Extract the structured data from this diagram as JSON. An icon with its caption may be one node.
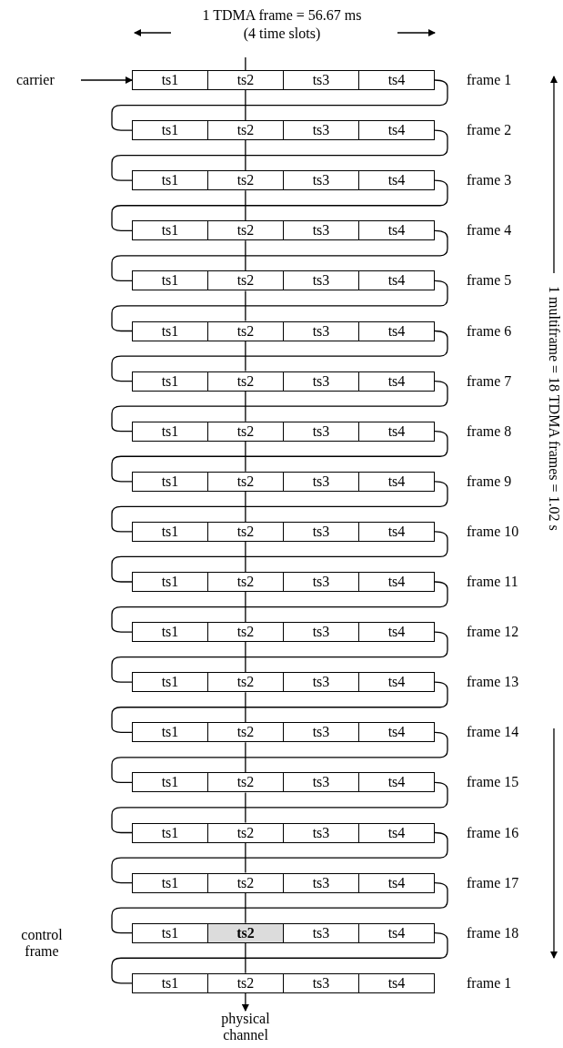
{
  "diagram": {
    "nodes": [
      {
        "text": [
          "carrier"
        ]
      },
      {
        "text": [],
        "shape": "bar",
        "beside": [
          "frame 1"
        ]
      },
      {
        "text": [
          "ts1"
        ],
        "in": 1
      },
      {
        "text": [
          "ts2"
        ],
        "in": 1
      },
      {
        "text": [
          "ts3"
        ],
        "in": 1
      },
      {
        "text": [
          "ts4"
        ],
        "in": 1
      },
      {
        "text": [],
        "shape": "bar",
        "beside": [
          "frame 2"
        ]
      },
      {
        "text": [
          "ts1"
        ],
        "in": 6
      },
      {
        "text": [
          "ts2"
        ],
        "in": 6
      },
      {
        "text": [
          "ts3"
        ],
        "in": 6
      },
      {
        "text": [
          "ts4"
        ],
        "in": 6
      },
      {
        "text": [],
        "shape": "bar",
        "beside": [
          "frame 3"
        ]
      },
      {
        "text": [
          "ts1"
        ],
        "in": 11
      },
      {
        "text": [
          "ts2"
        ],
        "in": 11
      },
      {
        "text": [
          "ts3"
        ],
        "in": 11
      },
      {
        "text": [
          "ts4"
        ],
        "in": 11
      },
      {
        "text": [],
        "shape": "bar",
        "beside": [
          "frame 4"
        ]
      },
      {
        "text": [
          "ts1"
        ],
        "in": 16
      },
      {
        "text": [
          "ts2"
        ],
        "in": 16
      },
      {
        "text": [
          "ts3"
        ],
        "in": 16
      },
      {
        "text": [
          "ts4"
        ],
        "in": 16
      },
      {
        "text": [],
        "shape": "bar",
        "beside": [
          "frame 5"
        ]
      },
      {
        "text": [
          "ts1"
        ],
        "in": 21
      },
      {
        "text": [
          "ts2"
        ],
        "in": 21
      },
      {
        "text": [
          "ts3"
        ],
        "in": 21
      },
      {
        "text": [
          "ts4"
        ],
        "in": 21
      },
      {
        "text": [],
        "shape": "bar",
        "beside": [
          "frame 6"
        ]
      },
      {
        "text": [
          "ts1"
        ],
        "in": 26
      },
      {
        "text": [
          "ts2"
        ],
        "in": 26
      },
      {
        "text": [
          "ts3"
        ],
        "in": 26
      },
      {
        "text": [
          "ts4"
        ],
        "in": 26
      },
      {
        "text": [],
        "shape": "bar",
        "beside": [
          "frame 7"
        ]
      },
      {
        "text": [
          "ts1"
        ],
        "in": 31
      },
      {
        "text": [
          "ts2"
        ],
        "in": 31
      },
      {
        "text": [
          "ts3"
        ],
        "in": 31
      },
      {
        "text": [
          "ts4"
        ],
        "in": 31
      },
      {
        "text": [],
        "shape": "bar",
        "beside": [
          "frame 8"
        ]
      },
      {
        "text": [
          "ts1"
        ],
        "in": 36
      },
      {
        "text": [
          "ts2"
        ],
        "in": 36
      },
      {
        "text": [
          "ts3"
        ],
        "in": 36
      },
      {
        "text": [
          "ts4"
        ],
        "in": 36
      },
      {
        "text": [],
        "shape": "bar",
        "beside": [
          "frame 9"
        ]
      },
      {
        "text": [
          "ts1"
        ],
        "in": 41
      },
      {
        "text": [
          "ts2"
        ],
        "in": 41
      },
      {
        "text": [
          "ts3"
        ],
        "in": 41
      },
      {
        "text": [
          "ts4"
        ],
        "in": 41
      },
      {
        "text": [],
        "shape": "bar",
        "beside": [
          "frame 10"
        ]
      },
      {
        "text": [
          "ts1"
        ],
        "in": 46
      },
      {
        "text": [
          "ts2"
        ],
        "in": 46
      },
      {
        "text": [
          "ts3"
        ],
        "in": 46
      },
      {
        "text": [
          "ts4"
        ],
        "in": 46
      },
      {
        "text": [],
        "shape": "bar",
        "beside": [
          "frame 11"
        ]
      },
      {
        "text": [
          "ts1"
        ],
        "in": 51
      },
      {
        "text": [
          "ts2"
        ],
        "in": 51
      },
      {
        "text": [
          "ts3"
        ],
        "in": 51
      },
      {
        "text": [
          "ts4"
        ],
        "in": 51
      },
      {
        "text": [],
        "shape": "bar",
        "beside": [
          "frame 12"
        ]
      },
      {
        "text": [
          "ts1"
        ],
        "in": 56
      },
      {
        "text": [
          "ts2"
        ],
        "in": 56
      },
      {
        "text": [
          "ts3"
        ],
        "in": 56
      },
      {
        "text": [
          "ts4"
        ],
        "in": 56
      },
      {
        "text": [],
        "shape": "bar",
        "beside": [
          "frame 13"
        ]
      },
      {
        "text": [
          "ts1"
        ],
        "in": 61
      },
      {
        "text": [
          "ts2"
        ],
        "in": 61
      },
      {
        "text": [
          "ts3"
        ],
        "in": 61
      },
      {
        "text": [
          "ts4"
        ],
        "in": 61
      },
      {
        "text": [],
        "shape": "bar",
        "beside": [
          "frame 14"
        ]
      },
      {
        "text": [
          "ts1"
        ],
        "in": 66
      },
      {
        "text": [
          "ts2"
        ],
        "in": 66
      },
      {
        "text": [
          "ts3"
        ],
        "in": 66
      },
      {
        "text": [
          "ts4"
        ],
        "in": 66
      },
      {
        "text": [],
        "shape": "bar",
        "beside": [
          "frame 15"
        ]
      },
      {
        "text": [
          "ts1"
        ],
        "in": 71
      },
      {
        "text": [
          "ts2"
        ],
        "in": 71
      },
      {
        "text": [
          "ts3"
        ],
        "in": 71
      },
      {
        "text": [
          "ts4"
        ],
        "in": 71
      },
      {
        "text": [],
        "shape": "bar",
        "beside": [
          "frame 16"
        ]
      },
      {
        "text": [
          "ts1"
        ],
        "in": 76
      },
      {
        "text": [
          "ts2"
        ],
        "in": 76
      },
      {
        "text": [
          "ts3"
        ],
        "in": 76
      },
      {
        "text": [
          "ts4"
        ],
        "in": 76
      },
      {
        "text": [],
        "shape": "bar",
        "beside": [
          "frame 17"
        ]
      },
      {
        "text": [
          "ts1"
        ],
        "in": 81
      },
      {
        "text": [
          "ts2"
        ],
        "in": 81
      },
      {
        "text": [
          "ts3"
        ],
        "in": 81
      },
      {
        "text": [
          "ts4"
        ],
        "in": 81
      },
      {
        "text": [],
        "shape": "bar",
        "beside": [
          "frame 18"
        ]
      },
      {
        "text": [
          "ts1"
        ],
        "in": 86
      },
      {
        "text": [
          "ts2"
        ],
        "in": 86
      },
      {
        "text": [
          "ts3"
        ],
        "in": 86
      },
      {
        "text": [
          "ts4"
        ],
        "in": 86
      },
      {
        "text": [],
        "shape": "bar",
        "beside": [
          "frame 1"
        ]
      },
      {
        "text": [
          "ts1"
        ],
        "in": 91
      },
      {
        "text": [
          "ts2"
        ],
        "in": 91
      },
      {
        "text": [
          "ts3"
        ],
        "in": 91
      },
      {
        "text": [
          "ts4"
        ],
        "in": 91
      },
      {
        "text": [
          "physical channel"
        ]
      }
    ],
    "edges": [
      {
        "from": 0,
        "to": 2,
        "arrow": "to"
      },
      {
        "from": null,
        "to": 3,
        "arrow": "none"
      },
      {
        "from": 1,
        "to": 6,
        "arrow": "none"
      },
      {
        "from": 3,
        "to": 8,
        "arrow": "none"
      },
      {
        "from": 6,
        "to": 11,
        "arrow": "none"
      },
      {
        "from": 8,
        "to": 13,
        "arrow": "none"
      },
      {
        "from": 11,
        "to": 16,
        "arrow": "none"
      },
      {
        "from": 13,
        "to": 18,
        "arrow": "none"
      },
      {
        "from": 16,
        "to": 21,
        "arrow": "none"
      },
      {
        "from": 18,
        "to": 23,
        "arrow": "none"
      },
      {
        "from": 21,
        "to": 26,
        "arrow": "none"
      },
      {
        "from": 23,
        "to": 28,
        "arrow": "none"
      },
      {
        "from": 26,
        "to": 31,
        "arrow": "none"
      },
      {
        "from": 28,
        "to": 33,
        "arrow": "none"
      },
      {
        "from": 31,
        "to": 36,
        "arrow": "none"
      },
      {
        "from": 33,
        "to": 38,
        "arrow": "none"
      },
      {
        "from": 36,
        "to": 41,
        "arrow": "none"
      },
      {
        "from": 38,
        "to": 43,
        "arrow": "none"
      },
      {
        "from": 41,
        "to": 46,
        "arrow": "none"
      },
      {
        "from": 43,
        "to": 48,
        "arrow": "none"
      },
      {
        "from": 46,
        "to": 51,
        "arrow": "none"
      },
      {
        "from": 48,
        "to": 53,
        "arrow": "none"
      },
      {
        "from": 51,
        "to": 56,
        "arrow": "none"
      },
      {
        "from": 53,
        "to": 58,
        "arrow": "none"
      },
      {
        "from": 56,
        "to": 61,
        "arrow": "none"
      },
      {
        "from": 58,
        "to": 63,
        "arrow": "none"
      },
      {
        "from": 61,
        "to": 66,
        "arrow": "none"
      },
      {
        "from": 63,
        "to": 68,
        "arrow": "none"
      },
      {
        "from": 66,
        "to": 71,
        "arrow": "none"
      },
      {
        "from": 68,
        "to": 73,
        "arrow": "none"
      },
      {
        "from": 71,
        "to": 76,
        "arrow": "none"
      },
      {
        "from": 73,
        "to": 78,
        "arrow": "none"
      },
      {
        "from": 76,
        "to": 81,
        "arrow": "none"
      },
      {
        "from": 78,
        "to": 83,
        "arrow": "none"
      },
      {
        "from": 81,
        "to": 86,
        "arrow": "none"
      },
      {
        "from": 83,
        "to": 88,
        "arrow": "none"
      },
      {
        "from": 86,
        "to": 91,
        "arrow": "none"
      },
      {
        "from": 88,
        "to": 93,
        "arrow": "none"
      },
      {
        "from": 93,
        "to": 96,
        "arrow": "to"
      }
    ],
    "labels": [
      "1 TDMA frame = 56.67 ms",
      "(4 time slots)",
      "1 multiframe = 18 TDMA frames = 1.02 s",
      "control frame"
    ]
  }
}
